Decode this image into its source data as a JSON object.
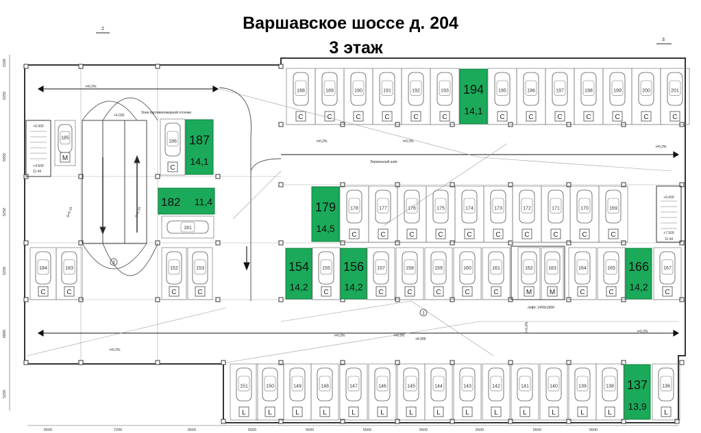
{
  "header": {
    "address": "Варшавское шоссе д. 204",
    "floor": "3 этаж"
  },
  "colors": {
    "highlight": "#1aaa59",
    "line": "#333333",
    "light_line": "#888888"
  },
  "axis_marks": [
    "2",
    "3",
    "1",
    "2"
  ],
  "bottom_dims": [
    "5500",
    "7200",
    "6500",
    "5500",
    "5500",
    "5500",
    "5500",
    "5500",
    "5500",
    "5500"
  ],
  "left_dims": [
    "1550",
    "5250",
    "5550",
    "5250",
    "5250",
    "6800",
    "5250"
  ],
  "slopes": [
    "i=0.2%",
    "i=0.2%",
    "i=0.2%",
    "i=0.2%",
    "i=0.2%",
    "i=0.2%",
    "i=0.2%",
    "i=0.2%",
    "i=0.2%"
  ],
  "ramp_label": "Зона противопожарной отсечки",
  "notes": {
    "zone": "Зеркальный шов",
    "level_a": "+6.000",
    "level_b": "+6.030",
    "level_c": "+7.500",
    "level_d": "+4.500",
    "room_left": "11.44",
    "room_right": "11.44",
    "s_left": "S=6.15",
    "s_right": "S=6.15",
    "elev": "лифт, 1400x1600"
  },
  "highlighted": [
    {
      "num": "194",
      "area": "14,1"
    },
    {
      "num": "187",
      "area": "14,1"
    },
    {
      "num": "182",
      "area": "11,4"
    },
    {
      "num": "179",
      "area": "14,5"
    },
    {
      "num": "154",
      "area": "14,2"
    },
    {
      "num": "156",
      "area": "14,2"
    },
    {
      "num": "166",
      "area": "14,2"
    },
    {
      "num": "137",
      "area": "13,9"
    }
  ],
  "rows": {
    "top": [
      "188",
      "189",
      "190",
      "191",
      "192",
      "193",
      "194",
      "195",
      "196",
      "197",
      "198",
      "199",
      "200",
      "201"
    ],
    "middle_upper": [
      "178",
      "177",
      "176",
      "175",
      "174",
      "173",
      "172",
      "171",
      "170",
      "169"
    ],
    "middle_lower": [
      "155",
      "157",
      "158",
      "159",
      "160",
      "161",
      "162",
      "163",
      "164",
      "165",
      "167"
    ],
    "bottom": [
      "151",
      "150",
      "149",
      "148",
      "147",
      "146",
      "145",
      "144",
      "143",
      "142",
      "141",
      "140",
      "139",
      "138",
      "136"
    ],
    "left": [
      "186",
      "181",
      "184",
      "183",
      "185",
      "152",
      "153"
    ]
  },
  "spot_letters": {
    "standard": "C",
    "large": "L",
    "moto": "M"
  }
}
